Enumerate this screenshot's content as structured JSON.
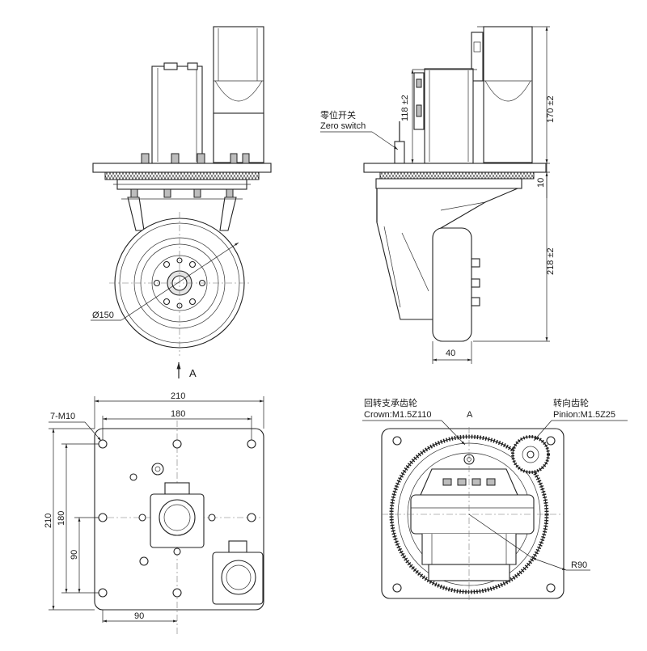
{
  "views": {
    "front": {
      "wheel_diameter_label": "Ø150",
      "view_arrow_label": "A"
    },
    "side": {
      "zero_switch_cn": "零位开关",
      "zero_switch_en": "Zero switch",
      "height_motor_label": "118 ±2",
      "height_total_upper_label": "170 ±2",
      "plate_thickness_label": "10",
      "height_lower_label": "218 ±2",
      "offset_label": "40"
    },
    "top": {
      "holes_label": "7-M10",
      "width_outer_label": "210",
      "width_inner_label": "180",
      "height_outer_label": "210",
      "height_inner_label": "180",
      "offset_v_label": "90",
      "offset_h_label": "90"
    },
    "bottom": {
      "crown_cn": "回转支承齿轮",
      "crown_en": "Crown:M1.5Z110",
      "view_label": "A",
      "pinion_cn": "转向齿轮",
      "pinion_en": "Pinion:M1.5Z25",
      "radius_label": "R90"
    }
  }
}
